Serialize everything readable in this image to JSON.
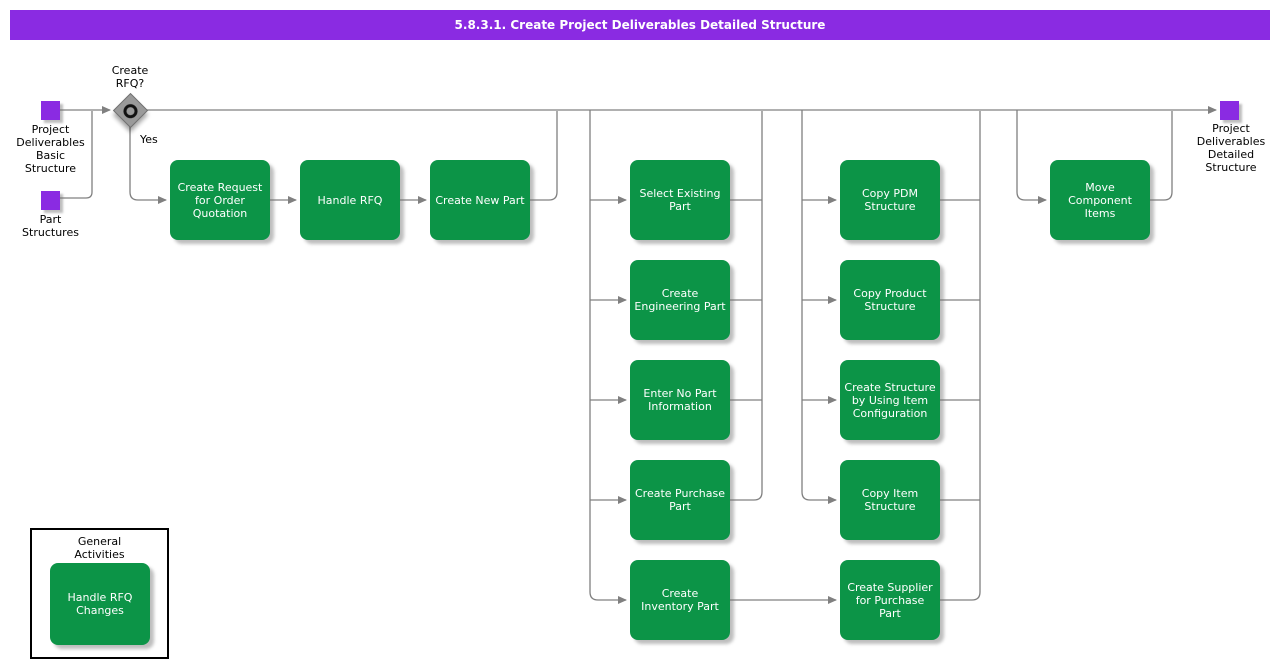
{
  "title": "5.8.3.1. Create Project Deliverables Detailed Structure",
  "colors": {
    "purple": "#8A2BE2",
    "green": "#0C9447",
    "line": "#808080"
  },
  "events": {
    "start_basic": "Project\nDeliverables\nBasic\nStructure",
    "start_parts": "Part\nStructures",
    "end_detailed": "Project\nDeliverables\nDetailed\nStructure"
  },
  "decision": {
    "label": "Create\nRFQ?",
    "branch_yes": "Yes"
  },
  "tasks": {
    "create_request": "Create Request\nfor Order\nQuotation",
    "handle_rfq": "Handle RFQ",
    "create_new_part": "Create New Part",
    "select_existing_part": "Select Existing\nPart",
    "create_engineering_part": "Create\nEngineering Part",
    "enter_no_part_information": "Enter No Part\nInformation",
    "create_purchase_part": "Create Purchase\nPart",
    "create_inventory_part": "Create\nInventory Part",
    "copy_pdm_structure": "Copy PDM\nStructure",
    "copy_product_structure": "Copy Product\nStructure",
    "create_structure_item_config": "Create Structure\nby Using Item\nConfiguration",
    "copy_item_structure": "Copy Item\nStructure",
    "create_supplier_purchase_part": "Create Supplier\nfor Purchase\nPart",
    "move_component_items": "Move\nComponent\nItems",
    "handle_rfq_changes": "Handle RFQ\nChanges"
  },
  "general_activities": {
    "title": "General\nActivities"
  }
}
